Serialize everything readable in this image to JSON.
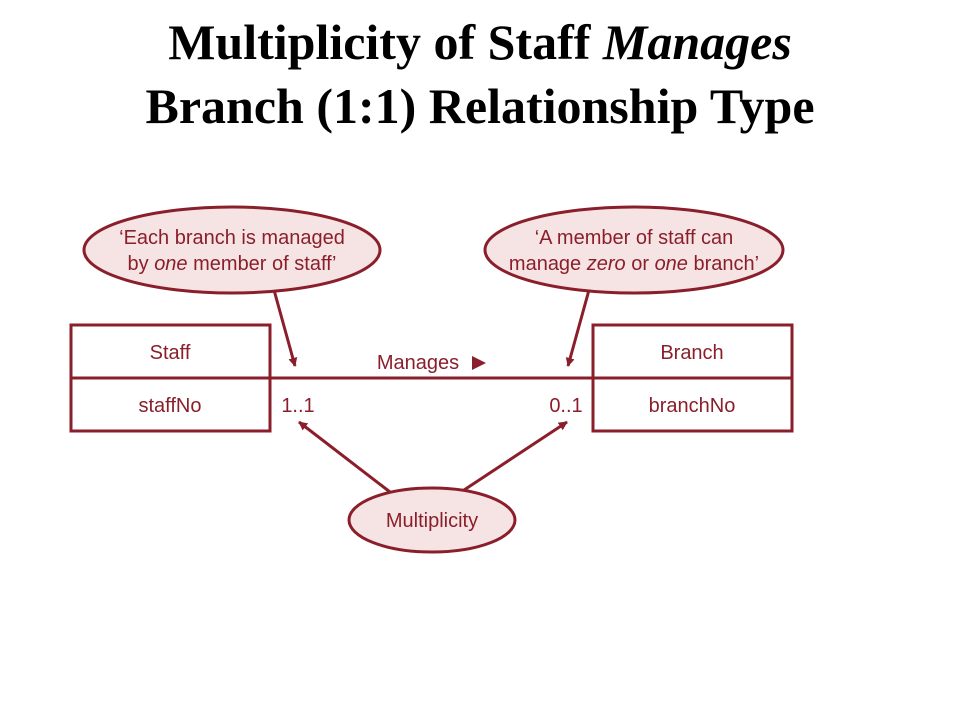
{
  "title": {
    "line1_prefix": "Multiplicity of Staff ",
    "line1_emphasis": "Manages",
    "line2": "Branch (1:1) Relationship Type"
  },
  "colors": {
    "accent": "#8a1f2b",
    "ellipse_fill": "#f6e4e4",
    "text": "#8a1f2b"
  },
  "callouts": {
    "left": {
      "line1": "‘Each branch is managed",
      "line2_prefix": "by ",
      "line2_emphasis": "one",
      "line2_suffix": " member of staff’"
    },
    "right": {
      "line1": "‘A member of staff can",
      "line2_prefix": "manage ",
      "line2_emphasis1": "zero",
      "line2_mid": " or ",
      "line2_emphasis2": "one",
      "line2_suffix": " branch’"
    },
    "bottom": {
      "label": "Multiplicity"
    }
  },
  "entities": {
    "staff": {
      "name": "Staff",
      "attribute": "staffNo"
    },
    "branch": {
      "name": "Branch",
      "attribute": "branchNo"
    }
  },
  "relationship": {
    "label": "Manages",
    "direction_icon": "triangle-right-icon",
    "left_multiplicity": "1..1",
    "right_multiplicity": "0..1"
  }
}
